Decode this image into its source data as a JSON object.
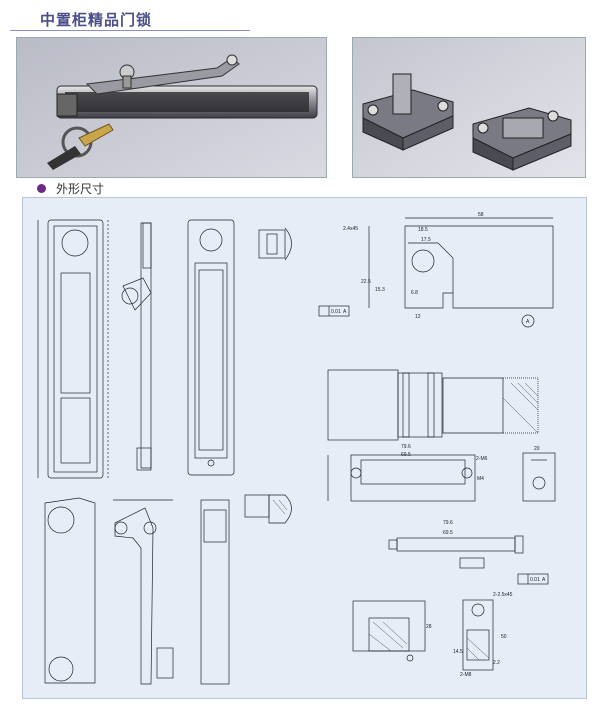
{
  "header": {
    "title": "中置柜精品门锁"
  },
  "section": {
    "label": "外形尺寸"
  },
  "drawing": {
    "dims": {
      "d_2_4x45": "2.4x45",
      "d_18_5": "18.5",
      "d_58": "58",
      "d_17_5": "17.5",
      "d_22_5": "22.5",
      "d_15_3": "15.3",
      "d_6_8": "6.8",
      "d_12": "12",
      "d_0_01": "0.01",
      "d_A": "A",
      "d_A_circle": "A",
      "d_79_6a": "79.6",
      "d_69_5a": "69.5",
      "d_79_6b": "79.6",
      "d_69_5b": "69.5",
      "d_2M6": "2-M6",
      "d_M4": "M4",
      "d_20": "20",
      "d_22_2x45": "2-2.5x45",
      "d_28": "28",
      "d_0_01b": "0.01",
      "d_Ab": "A",
      "d_50": "50",
      "d_14_5": "14.5",
      "d_2_2": "2.2",
      "d_2M8": "2-M8"
    }
  }
}
